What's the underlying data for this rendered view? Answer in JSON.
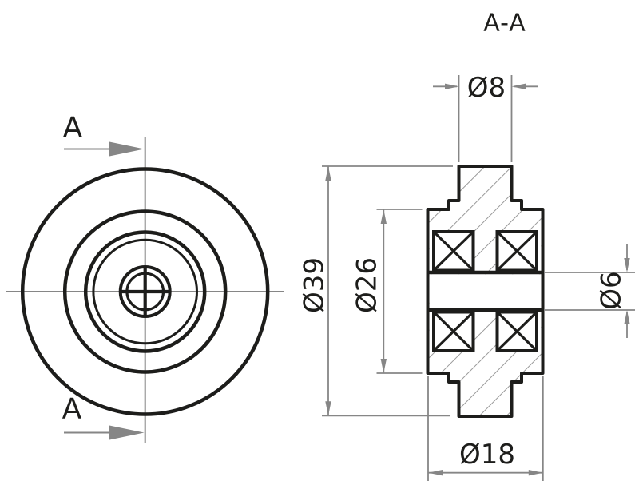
{
  "drawing": {
    "section_title": "A-A",
    "cut_labels": {
      "top": "A",
      "bottom": "A"
    },
    "dimensions": {
      "rim_width": {
        "label": "Ø8",
        "value": 8
      },
      "outer_diameter": {
        "label": "Ø39",
        "value": 39
      },
      "step_diameter": {
        "label": "Ø26",
        "value": 26
      },
      "bore_diameter": {
        "label": "Ø6",
        "value": 6
      },
      "hub_width": {
        "label": "Ø18",
        "value": 18
      }
    },
    "colors": {
      "outline": "#1d1d1b",
      "dimension_lines": "#868686",
      "hatch": "#9a9a9a",
      "background": "#ffffff"
    }
  }
}
